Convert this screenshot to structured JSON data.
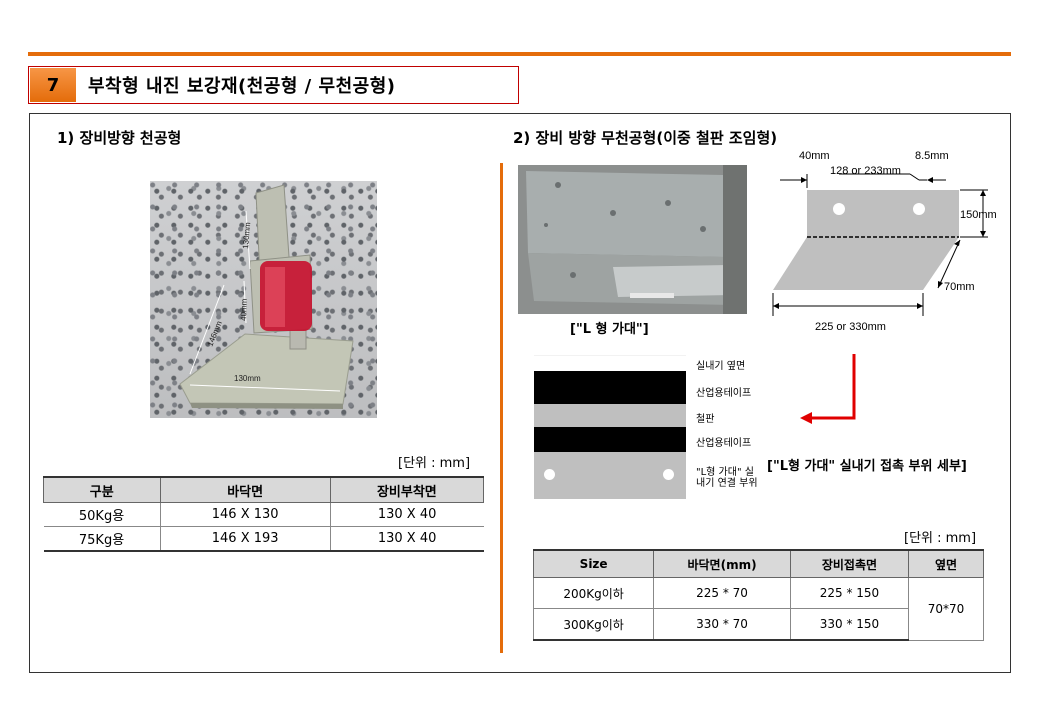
{
  "header": {
    "number": "7",
    "title": "부착형 내진 보강재(천공형 / 무천공형)"
  },
  "left": {
    "subtitle": "1) 장비방향 천공형",
    "photo_labels": {
      "height": "130mm",
      "mid": "40mm",
      "side": "146mm",
      "bottom": "130mm"
    },
    "unit": "[단위 : mm]",
    "table": {
      "headers": [
        "구분",
        "바닥면",
        "장비부착면"
      ],
      "rows": [
        [
          "50Kg용",
          "146 X 130",
          "130 X 40"
        ],
        [
          "75Kg용",
          "146 X 193",
          "130 X 40"
        ]
      ]
    }
  },
  "right": {
    "subtitle": "2) 장비 방향 무천공형(이중 철판 조임형)",
    "photo_caption": "[\"L 형 가대\"]",
    "diagram": {
      "dim_40": "40mm",
      "dim_128": "128 or 233mm",
      "dim_85": "8.5mm",
      "dim_150": "150mm",
      "dim_70": "70mm",
      "dim_225": "225 or 330mm"
    },
    "layers": {
      "l1": "실내기 옆면",
      "l2": "산업용테이프",
      "l3": "철판",
      "l4": "산업용테이프",
      "l5": "\"L형 가대\" 실내기 연결 부위"
    },
    "detail_note": "[\"L형 가대\" 실내기  접촉 부위 세부]",
    "unit": "[단위 : mm]",
    "table": {
      "headers": [
        "Size",
        "바닥면(mm)",
        "장비접촉면",
        "옆면"
      ],
      "rows": [
        [
          "200Kg이하",
          "225 * 70",
          "225 * 150"
        ],
        [
          "300Kg이하",
          "330 * 70",
          "330 * 150"
        ]
      ],
      "side_value": "70*70"
    }
  },
  "colors": {
    "accent": "#e46c0a",
    "frame_red": "#c00000",
    "header_gray": "#d9d9d9"
  }
}
